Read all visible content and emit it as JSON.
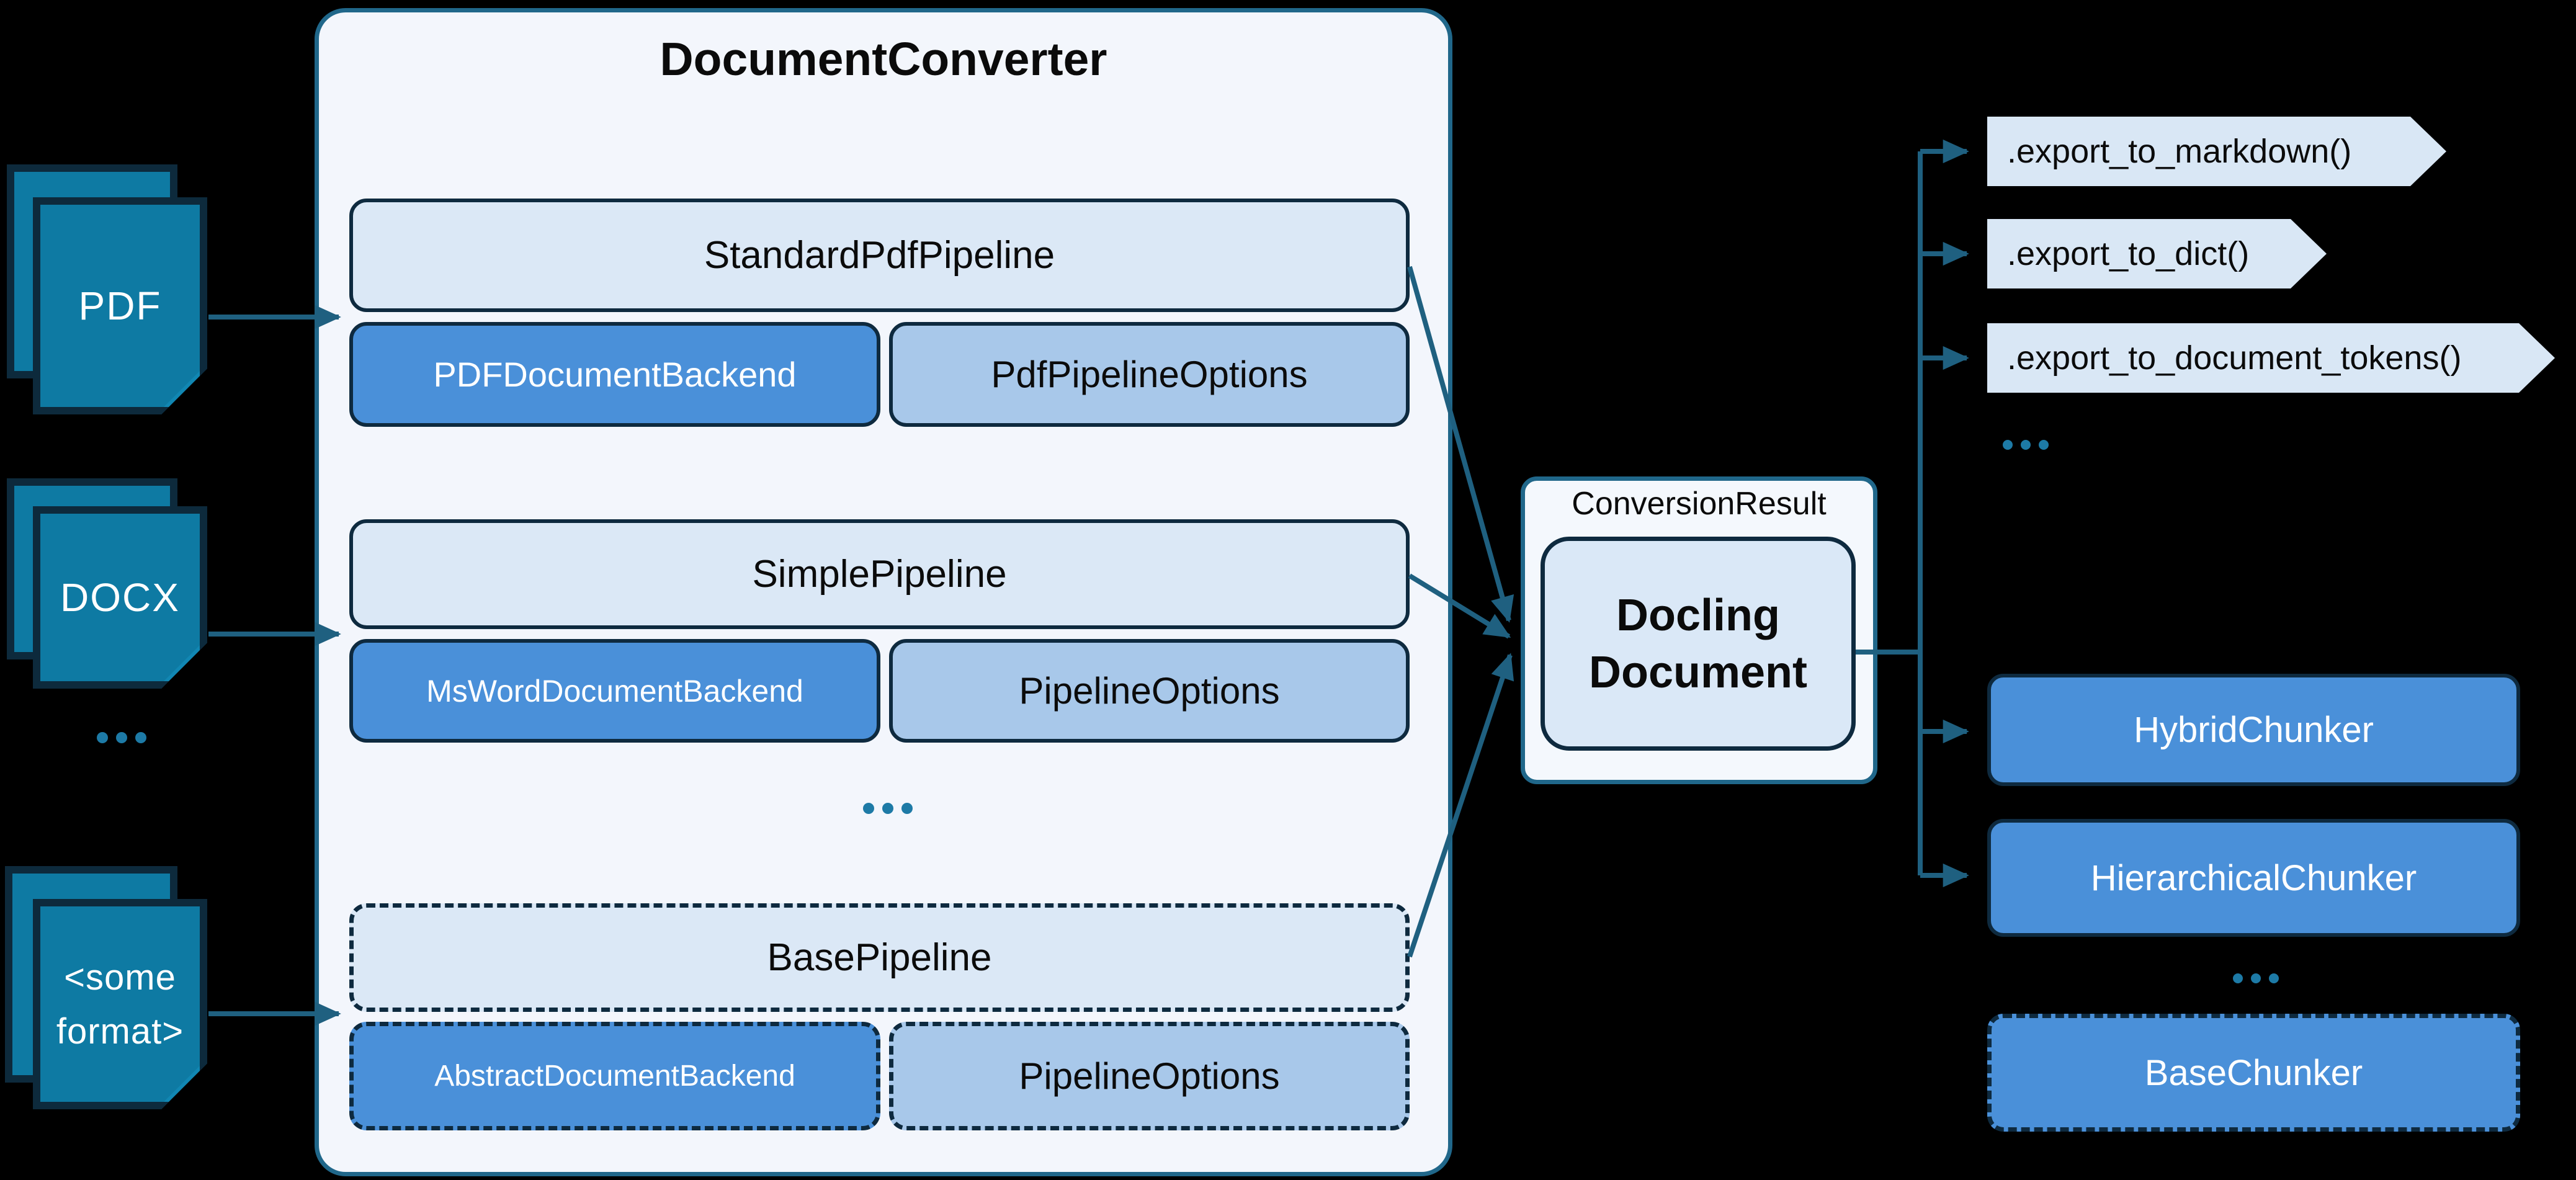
{
  "colors": {
    "background": "#000000",
    "sheet_fill": "#0e7aa3",
    "sheet_border": "#0d2a3c",
    "converter_fill": "#f3f6fc",
    "converter_border": "#20678a",
    "panel_fill": "#dbe8f6",
    "backend_fill": "#4a90d9",
    "options_fill": "#a8c8ea",
    "box_border": "#0e2a3f",
    "result_fill": "#f4f8fd",
    "document_fill": "#dae8f7",
    "export_fill": "#d9e7f5",
    "chunker_fill": "#4a90d9",
    "arrow": "#1f6080",
    "dots": "#1d7aa6",
    "text_dark": "#0b0b0b",
    "text_light": "#ffffff"
  },
  "stacks": [
    {
      "label": "PDF"
    },
    {
      "label": "DOCX"
    },
    {
      "label_line1": "<some",
      "label_line2": "format>"
    }
  ],
  "stacks_ellipsis": "...",
  "converter": {
    "title": "DocumentConverter",
    "ellipsis": "...",
    "groups": [
      {
        "pipeline": "StandardPdfPipeline",
        "backend": "PDFDocumentBackend",
        "options": "PdfPipelineOptions"
      },
      {
        "pipeline": "SimplePipeline",
        "backend": "MsWordDocumentBackend",
        "options": "PipelineOptions"
      },
      {
        "pipeline": "BasePipeline",
        "backend": "AbstractDocumentBackend",
        "options": "PipelineOptions"
      }
    ]
  },
  "result": {
    "label": "ConversionResult",
    "document_line1": "Docling",
    "document_line2": "Document"
  },
  "exports": {
    "items": [
      ".export_to_markdown()",
      ".export_to_dict()",
      ".export_to_document_tokens()"
    ],
    "ellipsis": "..."
  },
  "chunkers": {
    "items": [
      "HybridChunker",
      "HierarchicalChunker",
      "BaseChunker"
    ],
    "ellipsis": "..."
  }
}
